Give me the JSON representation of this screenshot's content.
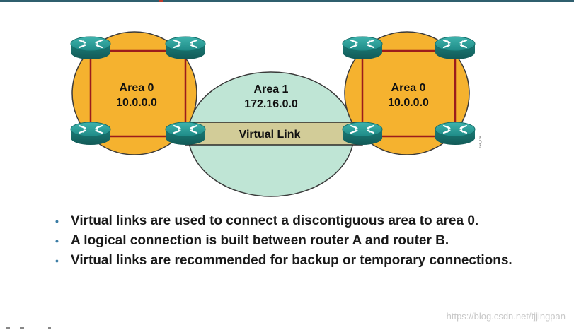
{
  "diagram": {
    "left_area": {
      "name": "Area 0",
      "network": "10.0.0.0"
    },
    "middle_area": {
      "name": "Area 1",
      "network": "172.16.0.0"
    },
    "right_area": {
      "name": "Area 0",
      "network": "10.0.0.0"
    },
    "virtual_link_label": "Virtual Link",
    "figure_code": "SHP_178",
    "colors": {
      "backbone_area": "#f5b22f",
      "transit_area": "#bfe5d5",
      "virtual_link": "#d2cc98",
      "router_body": "#1e8a86",
      "link_line": "#9b1c1c"
    }
  },
  "bullets": [
    "Virtual links are used to connect a discontiguous area to area 0.",
    "A logical connection is built between router A and router B.",
    "Virtual links are recommended for backup or temporary connections."
  ],
  "watermark": "https://blog.csdn.net/tjjingpan"
}
